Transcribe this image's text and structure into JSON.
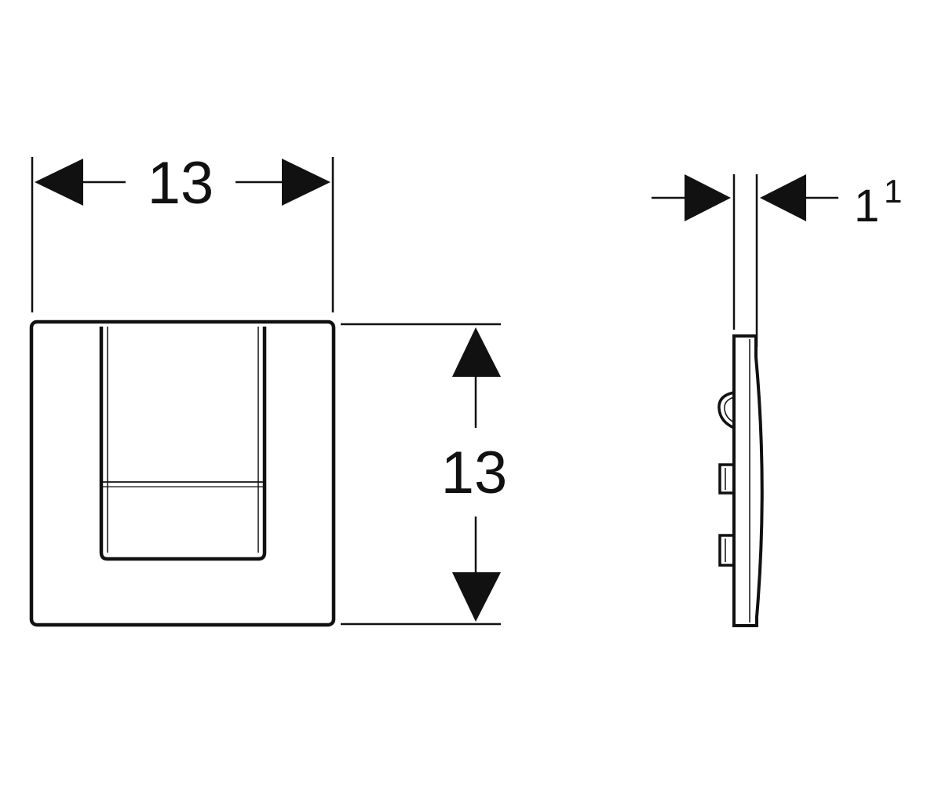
{
  "colors": {
    "line": "#111111",
    "background": "#ffffff"
  },
  "front_view": {
    "width_dimension": "13",
    "height_dimension": "13"
  },
  "side_view": {
    "depth_dimension_main": "1",
    "depth_dimension_sup": "1"
  }
}
